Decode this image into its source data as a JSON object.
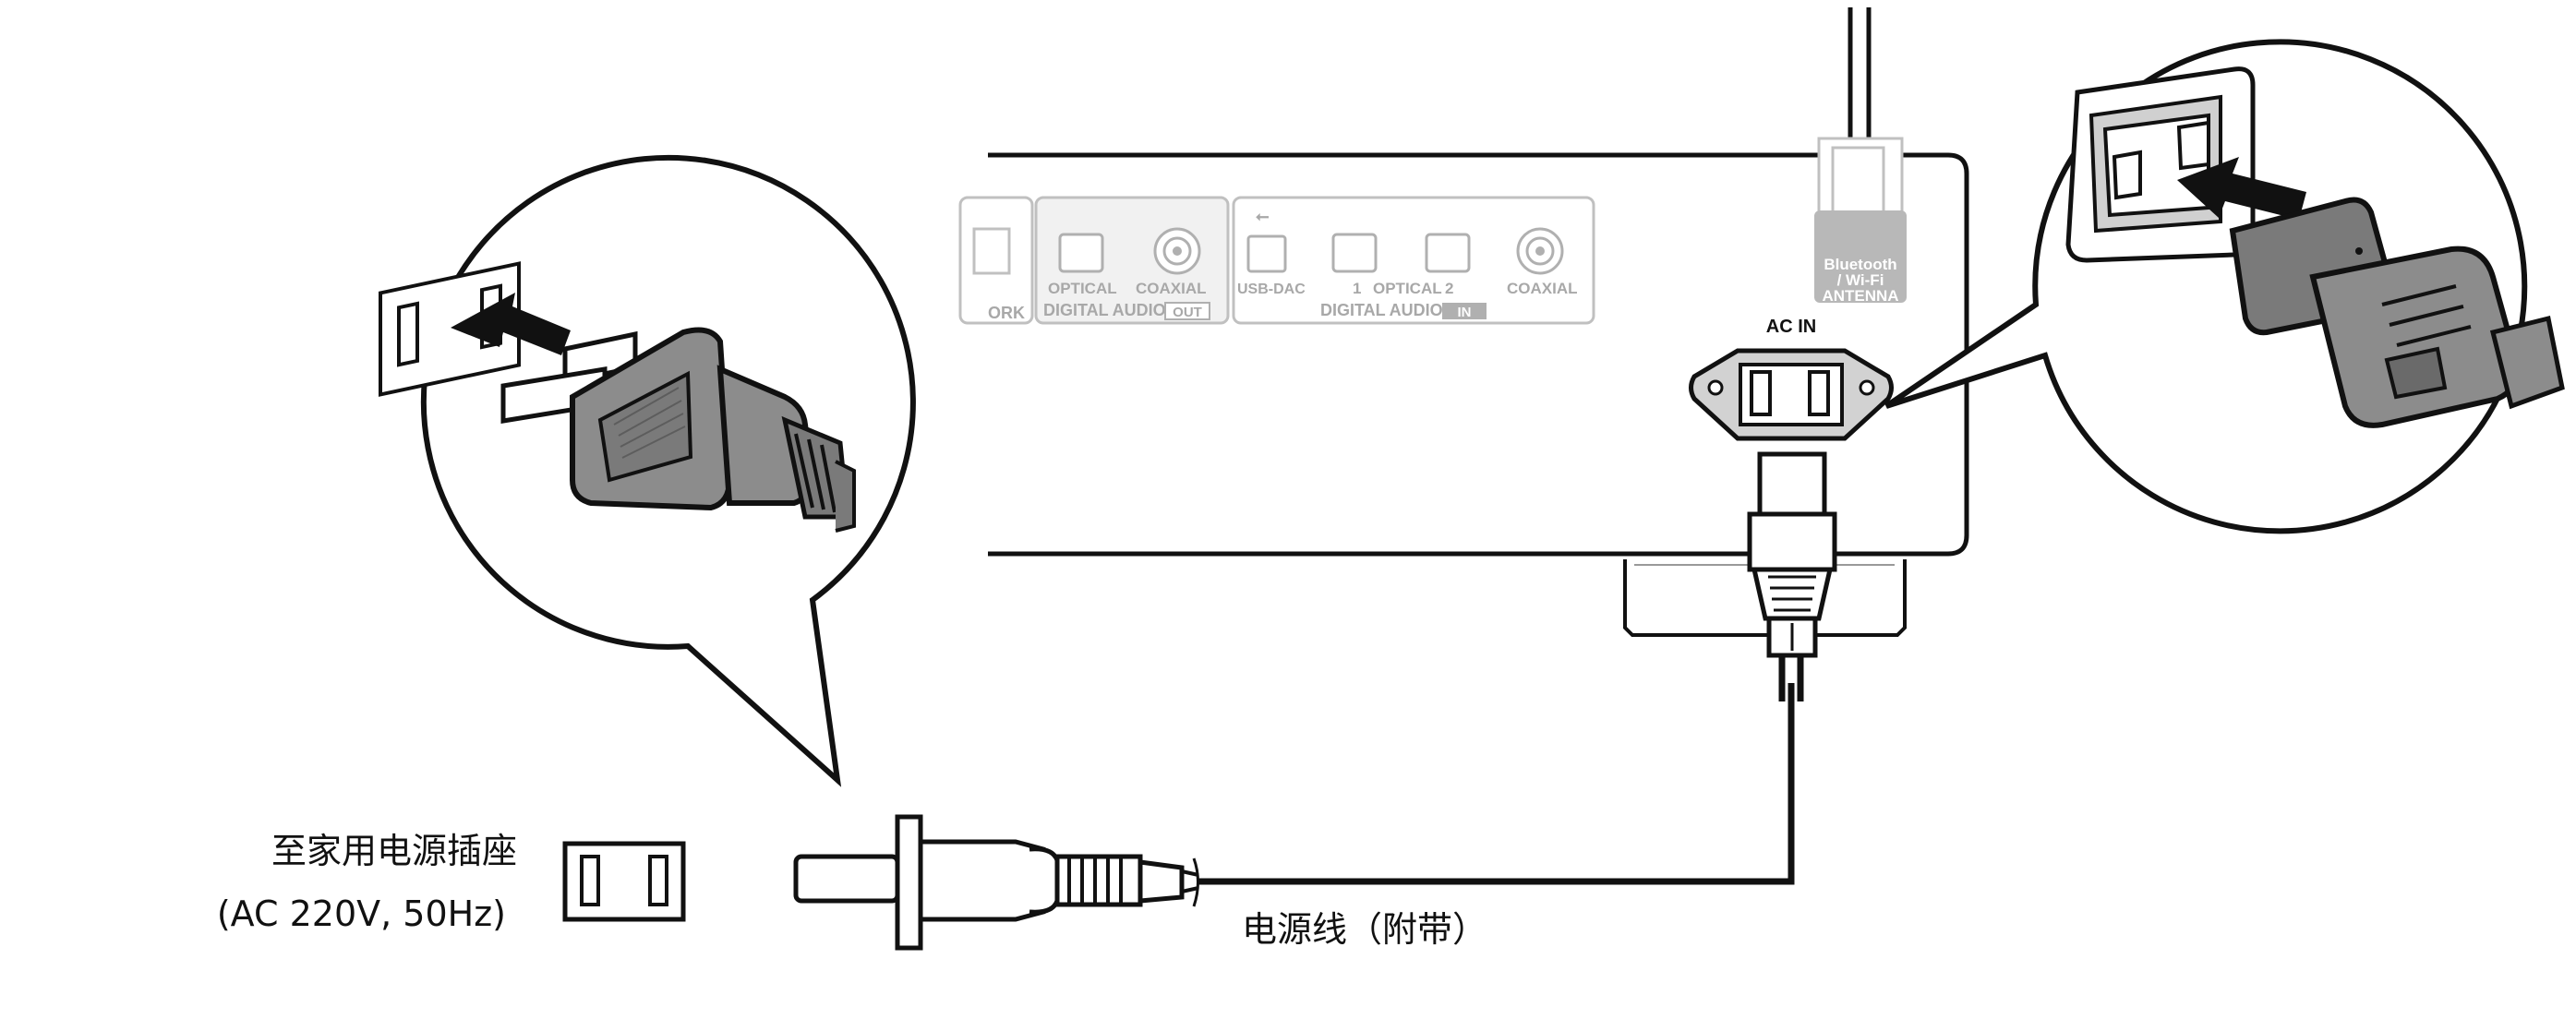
{
  "labels": {
    "outlet_title": "至家用电源插座",
    "outlet_spec": "(AC 220V, 50Hz)",
    "power_cord": "电源线（附带）",
    "ac_in": "AC IN"
  },
  "panel": {
    "network_fragment": "ORK",
    "out_optical": "OPTICAL",
    "out_coaxial": "COAXIAL",
    "out_group": "DIGITAL AUDIO",
    "out_badge": "OUT",
    "usb_dac": "USB-DAC",
    "in_optical_1": "1",
    "in_optical": "OPTICAL",
    "in_optical_2": "2",
    "in_coaxial": "COAXIAL",
    "in_group": "DIGITAL AUDIO",
    "in_badge": "IN",
    "antenna_line1": "Bluetooth",
    "antenna_line2": "/ Wi-Fi",
    "antenna_line3": "ANTENNA"
  },
  "colors": {
    "line": "#111111",
    "plug_body": "#8c8c8c",
    "plug_dark": "#6a6a6a",
    "faint": "#b4b4b4"
  }
}
